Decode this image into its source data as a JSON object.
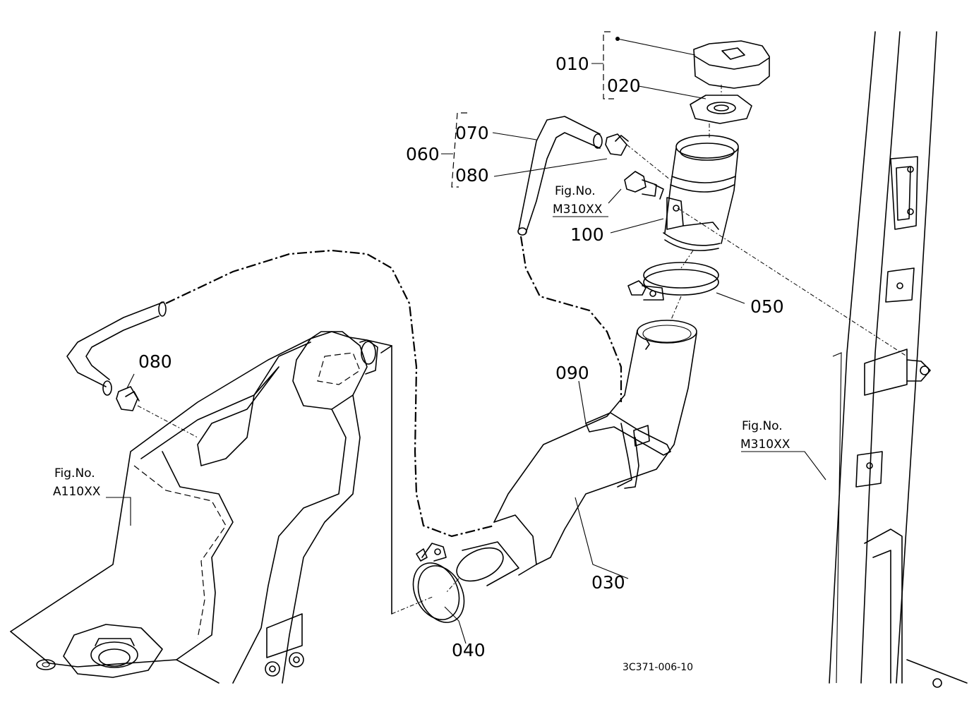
{
  "labels": {
    "p010": "010",
    "p020": "020",
    "p060": "060",
    "p070": "070",
    "p080a": "080",
    "p080b": "080",
    "p100": "100",
    "p050": "050",
    "p090": "090",
    "p030": "030",
    "p040": "040"
  },
  "refs": {
    "fig_label": "Fig.No.",
    "m310_top": "M310XX",
    "m310_right": "M310XX",
    "a110": "A110XX"
  },
  "diagram_code": "3C371-006-10"
}
